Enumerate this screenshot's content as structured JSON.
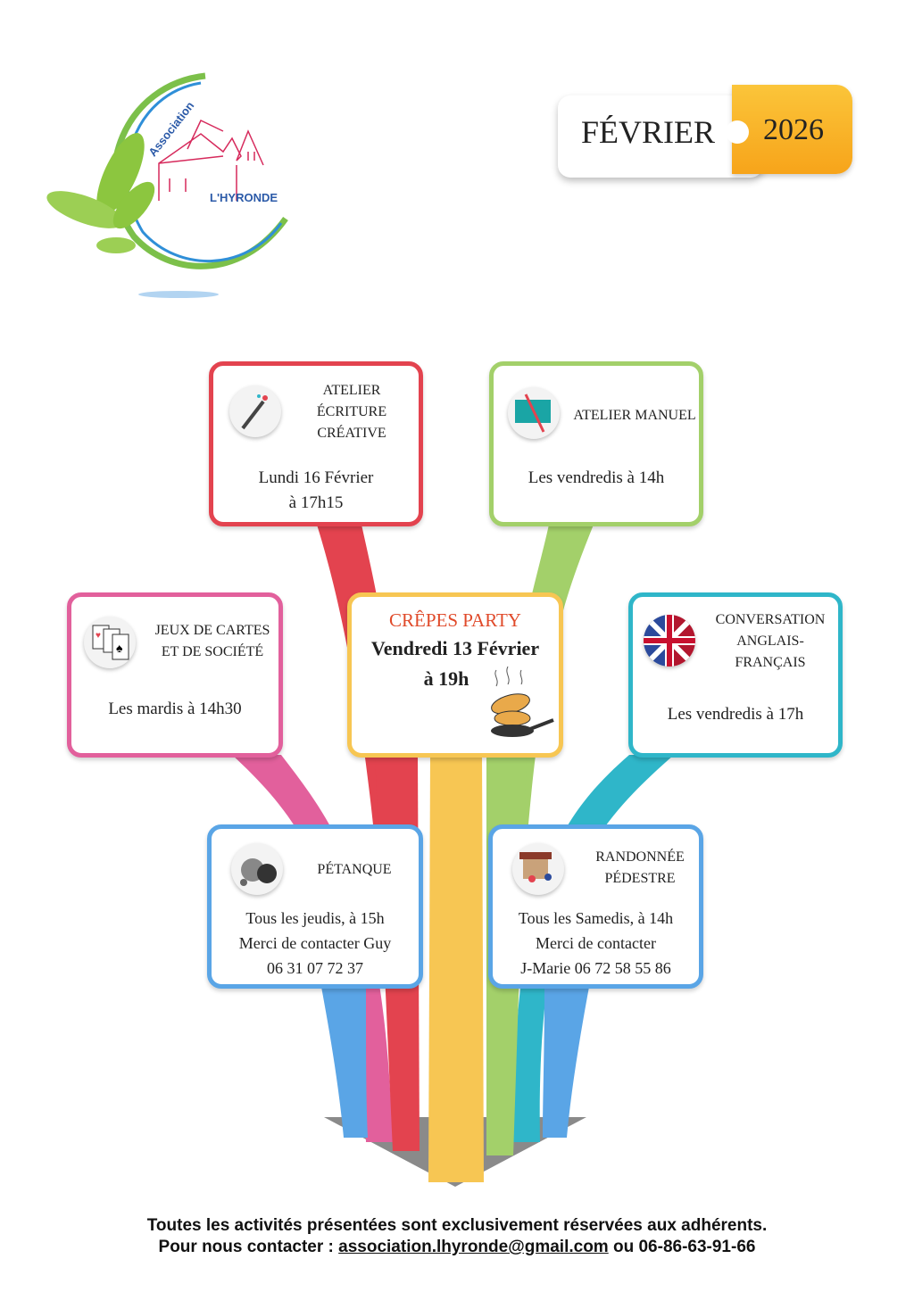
{
  "logo": {
    "line1": "Association",
    "line2": "L'HYRONDE"
  },
  "header": {
    "month": "FÉVRIER",
    "year": "2026"
  },
  "activities": {
    "ecriture": {
      "title": "ATELIER ÉCRITURE CRÉATIVE",
      "line1": "Lundi 16 Février",
      "line2": "à 17h15"
    },
    "manuel": {
      "title": "ATELIER MANUEL",
      "line1": "Les vendredis à 14h"
    },
    "jeux": {
      "title": "JEUX DE CARTES ET DE SOCIÉTÉ",
      "line1": "Les mardis à 14h30"
    },
    "crepes": {
      "title": "CRÊPES PARTY",
      "line1": "Vendredi 13 Février",
      "line2": "à 19h"
    },
    "conversation": {
      "title": "CONVERSATION ANGLAIS-FRANÇAIS",
      "line1": "Les vendredis à 17h"
    },
    "petanque": {
      "title": "PÉTANQUE",
      "line1": "Tous les jeudis, à 15h",
      "line2": "Merci de contacter Guy",
      "line3": "06 31 07 72 37"
    },
    "randonnee": {
      "title": "RANDONNÉE PÉDESTRE",
      "line1": "Tous les Samedis, à 14h",
      "line2": "Merci de contacter",
      "line3": "J-Marie 06 72 58 55 86"
    }
  },
  "footer": {
    "line1": "Toutes les activités présentées sont exclusivement réservées aux adhérents.",
    "contact_prefix": "Pour nous contacter : ",
    "email": "association.lhyronde@gmail.com",
    "contact_mid": " ou ",
    "phone": "06-86-63-91-66"
  },
  "colors": {
    "red": "#e3434f",
    "green": "#a3d06a",
    "pink": "#e2609c",
    "yellow": "#f7c653",
    "teal": "#2fb6c9",
    "blue": "#5aa5e6",
    "orange": "#f7a81c"
  }
}
